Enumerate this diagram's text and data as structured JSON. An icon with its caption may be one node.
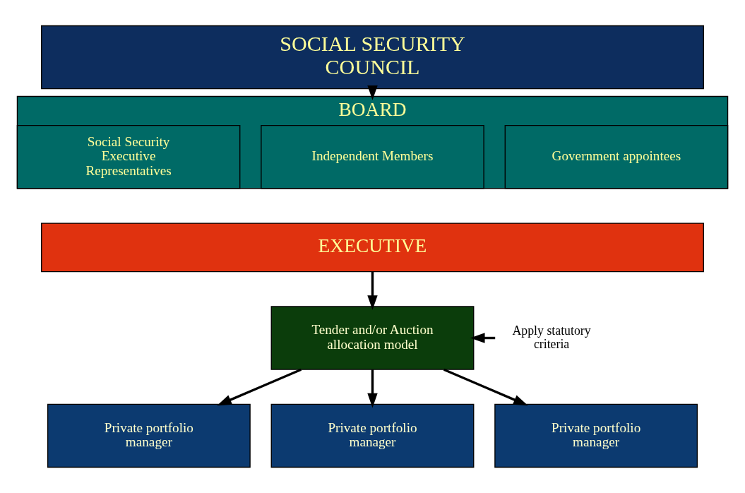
{
  "diagram": {
    "nodes": [
      {
        "text": [
          "SOCIAL SECURITY COUNCIL"
        ]
      },
      {
        "text": [
          "BOARD"
        ]
      },
      {
        "text": [
          "Social Security Executive Representatives"
        ],
        "in": 1
      },
      {
        "text": [
          "Independent Members"
        ],
        "in": 1
      },
      {
        "text": [
          "Government appointees"
        ],
        "in": 1
      },
      {
        "text": [
          "EXECUTIVE"
        ]
      },
      {
        "text": [
          "Tender and/or Auction allocation model"
        ]
      },
      {
        "text": [
          "Apply statutory criteria"
        ]
      },
      {
        "text": [
          "Private portfolio manager"
        ]
      },
      {
        "text": [
          "Private portfolio manager"
        ]
      },
      {
        "text": [
          "Private portfolio manager"
        ]
      }
    ],
    "edges": [
      {
        "from": 0,
        "to": 1,
        "arrow": "to"
      },
      {
        "from": 5,
        "to": 6,
        "arrow": "to"
      },
      {
        "from": 7,
        "to": 6,
        "arrow": "to"
      },
      {
        "from": 6,
        "to": 8,
        "arrow": "to"
      },
      {
        "from": 6,
        "to": 9,
        "arrow": "to"
      },
      {
        "from": 6,
        "to": 10,
        "arrow": "to"
      }
    ]
  }
}
